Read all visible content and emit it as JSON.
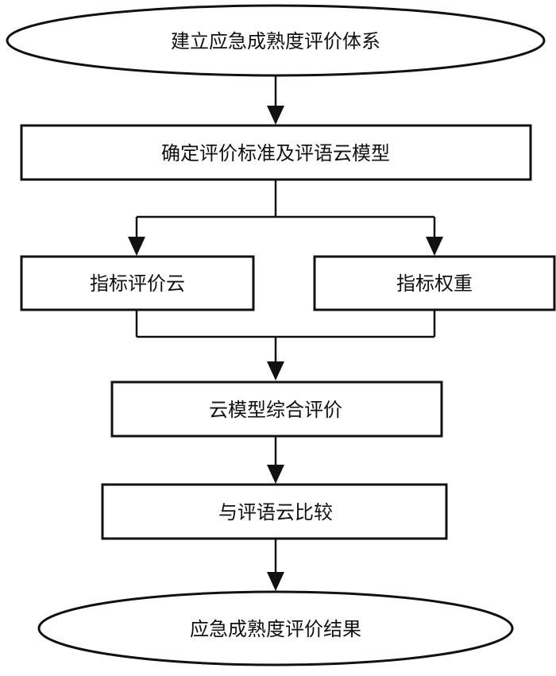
{
  "nodes": {
    "start": "建立应急成熟度评价体系",
    "step1": "确定评价标准及评语云模型",
    "left_branch": "指标评价云",
    "right_branch": "指标权重",
    "step2": "云模型综合评价",
    "step3": "与评语云比较",
    "end": "应急成熟度评价结果"
  }
}
